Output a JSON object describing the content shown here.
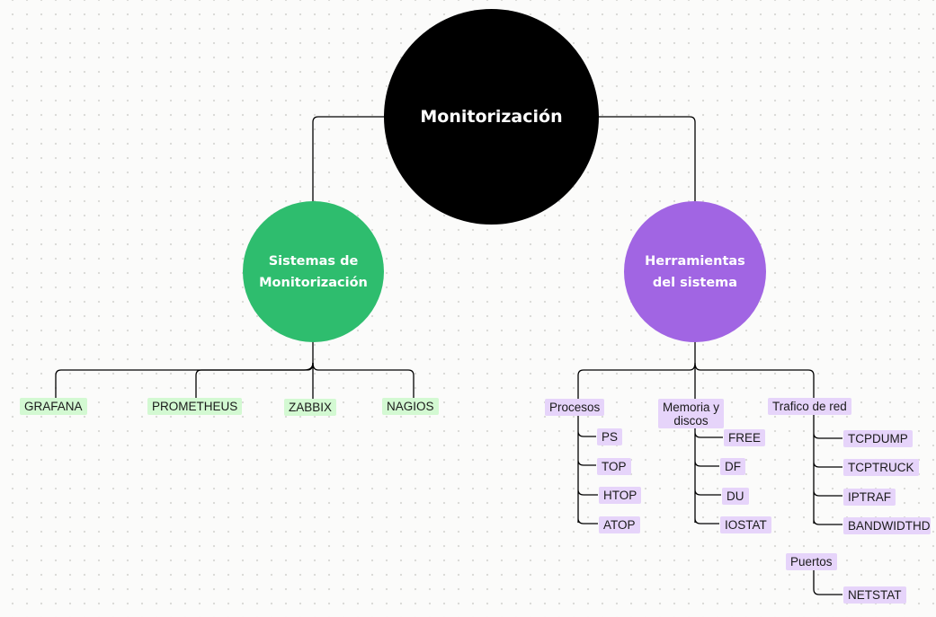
{
  "root": {
    "label": "Monitorización"
  },
  "branches": {
    "sistemas": {
      "label_line1": "Sistemas de",
      "label_line2": "Monitorización",
      "items": [
        "GRAFANA",
        "PROMETHEUS",
        "ZABBIX",
        "NAGIOS"
      ]
    },
    "herramientas": {
      "label_line1": "Herramientas",
      "label_line2": "del sistema",
      "groups": {
        "procesos": {
          "label": "Procesos",
          "items": [
            "PS",
            "TOP",
            "HTOP",
            "ATOP"
          ]
        },
        "memoria": {
          "label_line1": "Memoria y",
          "label_line2": "discos",
          "items": [
            "FREE",
            "DF",
            "DU",
            "IOSTAT"
          ]
        },
        "trafico": {
          "label": "Trafico de red",
          "items": [
            "TCPDUMP",
            "TCPTRUCK",
            "IPTRAF",
            "BANDWIDTHD"
          ]
        },
        "puertos": {
          "label": "Puertos",
          "items": [
            "NETSTAT"
          ]
        }
      }
    }
  },
  "colors": {
    "root_fill": "#000000",
    "sistemas_fill": "#2ebd6e",
    "herramientas_fill": "#a165e3",
    "green_tag": "#d3f9d2",
    "purple_tag": "#e6d4fa",
    "connector": "#000000"
  }
}
